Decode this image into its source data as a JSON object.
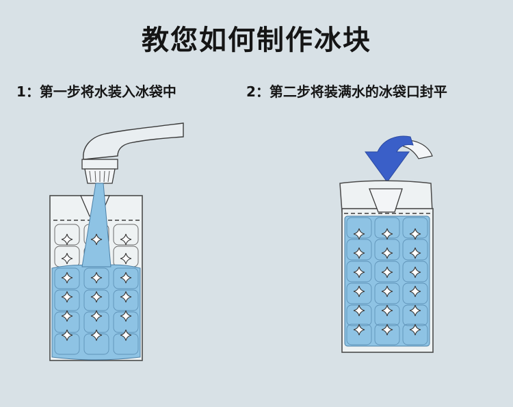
{
  "title": "教您如何制作冰块",
  "steps": [
    {
      "label": "1：第一步将水装入冰袋中"
    },
    {
      "label": "2：第二步将装满水的冰袋口封平"
    }
  ],
  "colors": {
    "background": "#d8e1e6",
    "water": "#8ec3e4",
    "arrow": "#3a5fc8",
    "outline": "#4a4a4a"
  }
}
